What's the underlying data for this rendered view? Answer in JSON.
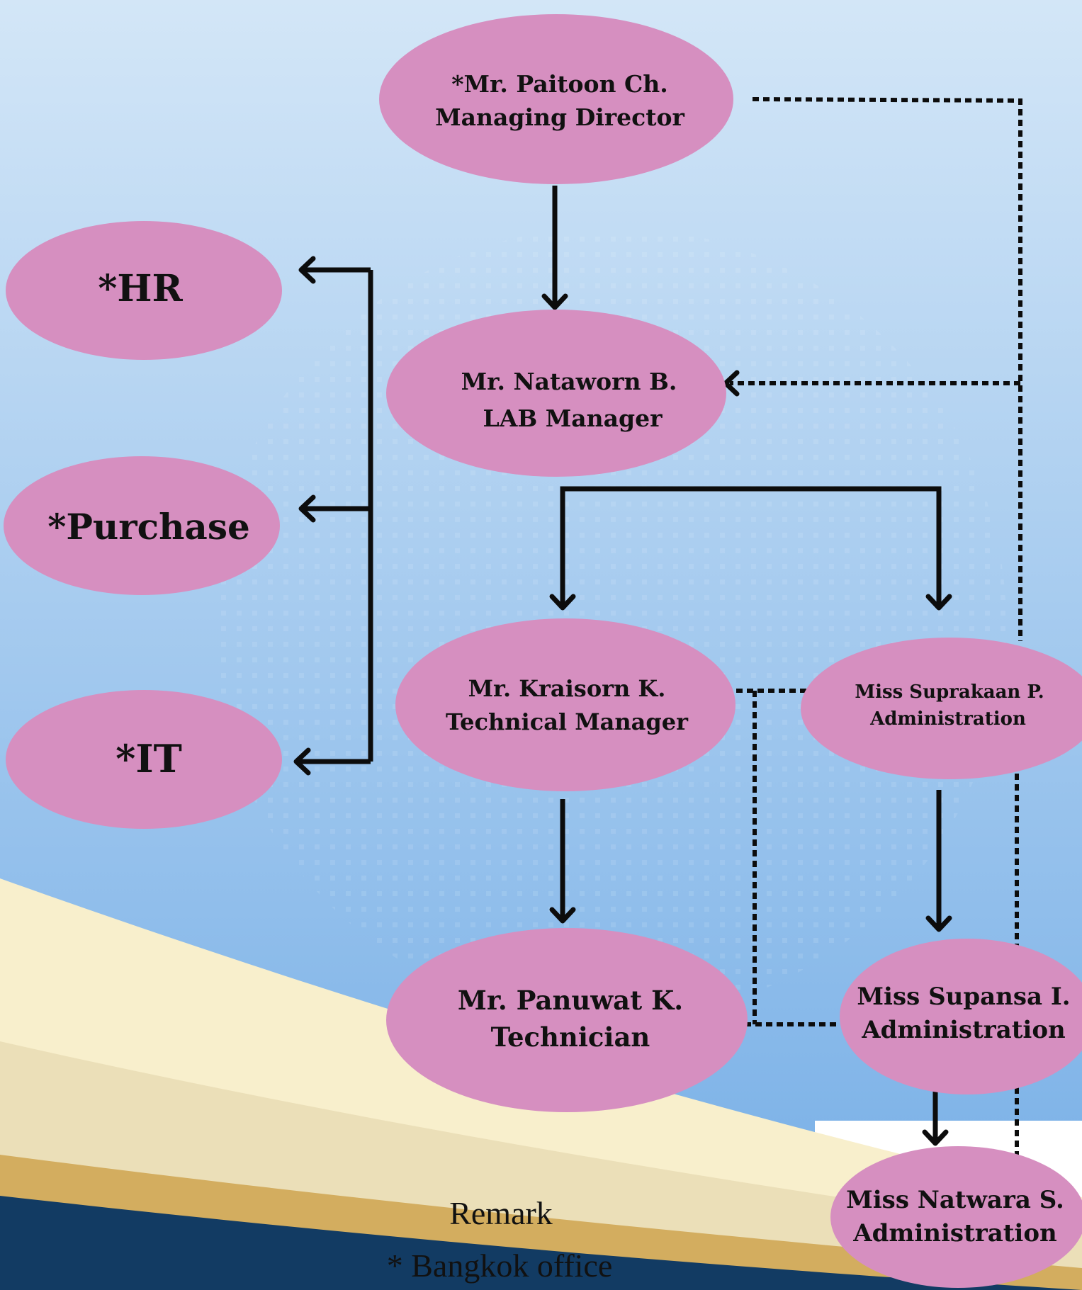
{
  "colors": {
    "sky_top": "#d3e6f7",
    "sky_bottom": "#74ade6",
    "node_fill": "#d68fc0",
    "line": "#0c0c0c",
    "cream": "#f8efcc",
    "beige": "#ebdfb8",
    "gold": "#d3ad5f",
    "navy": "#123b63",
    "white": "#ffffff"
  },
  "nodes": {
    "managing_director": {
      "line1": "*Mr. Paitoon Ch.",
      "line2": "Managing Director"
    },
    "lab_manager": {
      "line1": "Mr. Nataworn B.",
      "line2": "LAB Manager"
    },
    "hr": {
      "label": "*HR"
    },
    "purchase": {
      "label": "*Purchase"
    },
    "it": {
      "label": "*IT"
    },
    "technical_manager": {
      "line1": "Mr. Kraisorn K.",
      "line2": "Technical Manager"
    },
    "admin_suprakaan": {
      "line1": "Miss Suprakaan P.",
      "line2": "Administration"
    },
    "technician": {
      "line1": "Mr. Panuwat K.",
      "line2": "Technician"
    },
    "admin_supansa": {
      "line1": "Miss Supansa I.",
      "line2": "Administration"
    },
    "admin_natwara": {
      "line1": "Miss Natwara S.",
      "line2": "Administration"
    }
  },
  "remark": {
    "title": "Remark",
    "note": "* Bangkok office"
  }
}
